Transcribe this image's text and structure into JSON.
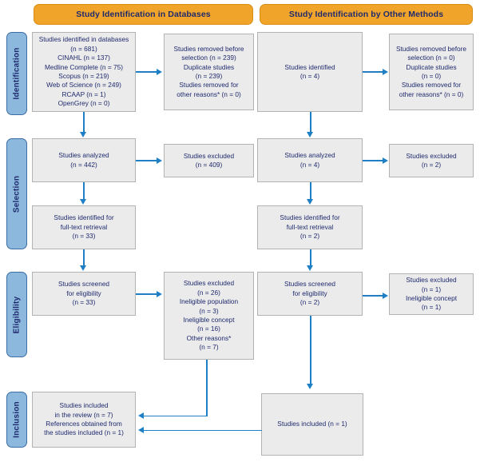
{
  "diagram": {
    "title": "PRISMA flow diagram",
    "colors": {
      "header_fill": "#f0a52a",
      "header_border": "#d98c14",
      "stage_fill": "#8cb8dd",
      "stage_border": "#3a6ea5",
      "box_fill": "#ebebeb",
      "box_border": "#b3b3b3",
      "text": "#1f2a6e",
      "arrow": "#1f7fc4",
      "background": "#ffffff"
    }
  },
  "headers": {
    "databases": "Study Identification in Databases",
    "other_methods": "Study Identification by Other Methods"
  },
  "stages": {
    "identification": "Identification",
    "selection": "Selection",
    "eligibility": "Eligibility",
    "inclusion": "Inclusion"
  },
  "boxes": {
    "db_identified": "Studies identified in databases\n(n = 681)\nCINAHL (n = 137)\nMedline Complete (n = 75)\nScopus (n = 219)\nWeb of Science (n = 249)\nRCAAP (n = 1)\nOpenGrey (n = 0)",
    "db_removed": "Studies removed before\nselection (n = 239)\nDuplicate studies\n(n = 239)\nStudies removed for\nother reasons* (n = 0)",
    "other_identified": "Studies identified\n(n = 4)",
    "other_removed": "Studies removed before\nselection (n = 0)\nDuplicate studies\n(n = 0)\nStudies removed for\nother reasons* (n = 0)",
    "db_analyzed": "Studies analyzed\n(n = 442)",
    "db_excluded_selection": "Studies excluded\n(n = 409)",
    "other_analyzed": "Studies analyzed\n(n = 4)",
    "other_excluded_selection": "Studies excluded\n(n = 2)",
    "db_fulltext": "Studies identified for\nfull-text retrieval\n(n = 33)",
    "other_fulltext": "Studies identified for\nfull-text retrieval\n(n = 2)",
    "db_screened": "Studies screened\nfor eligibility\n(n = 33)",
    "db_excluded_eligibility": "Studies excluded\n(n = 26)\nIneligible population\n(n = 3)\nIneligible concept\n(n = 16)\nOther reasons*\n(n = 7)",
    "other_screened": "Studies screened\nfor eligibility\n(n = 2)",
    "other_excluded_eligibility": "Studies excluded\n(n = 1)\nIneligible concept\n(n = 1)",
    "db_included": "Studies included\nin the review (n = 7)\nReferences obtained from\nthe studies included (n = 1)",
    "other_included": "Studies included (n = 1)"
  }
}
